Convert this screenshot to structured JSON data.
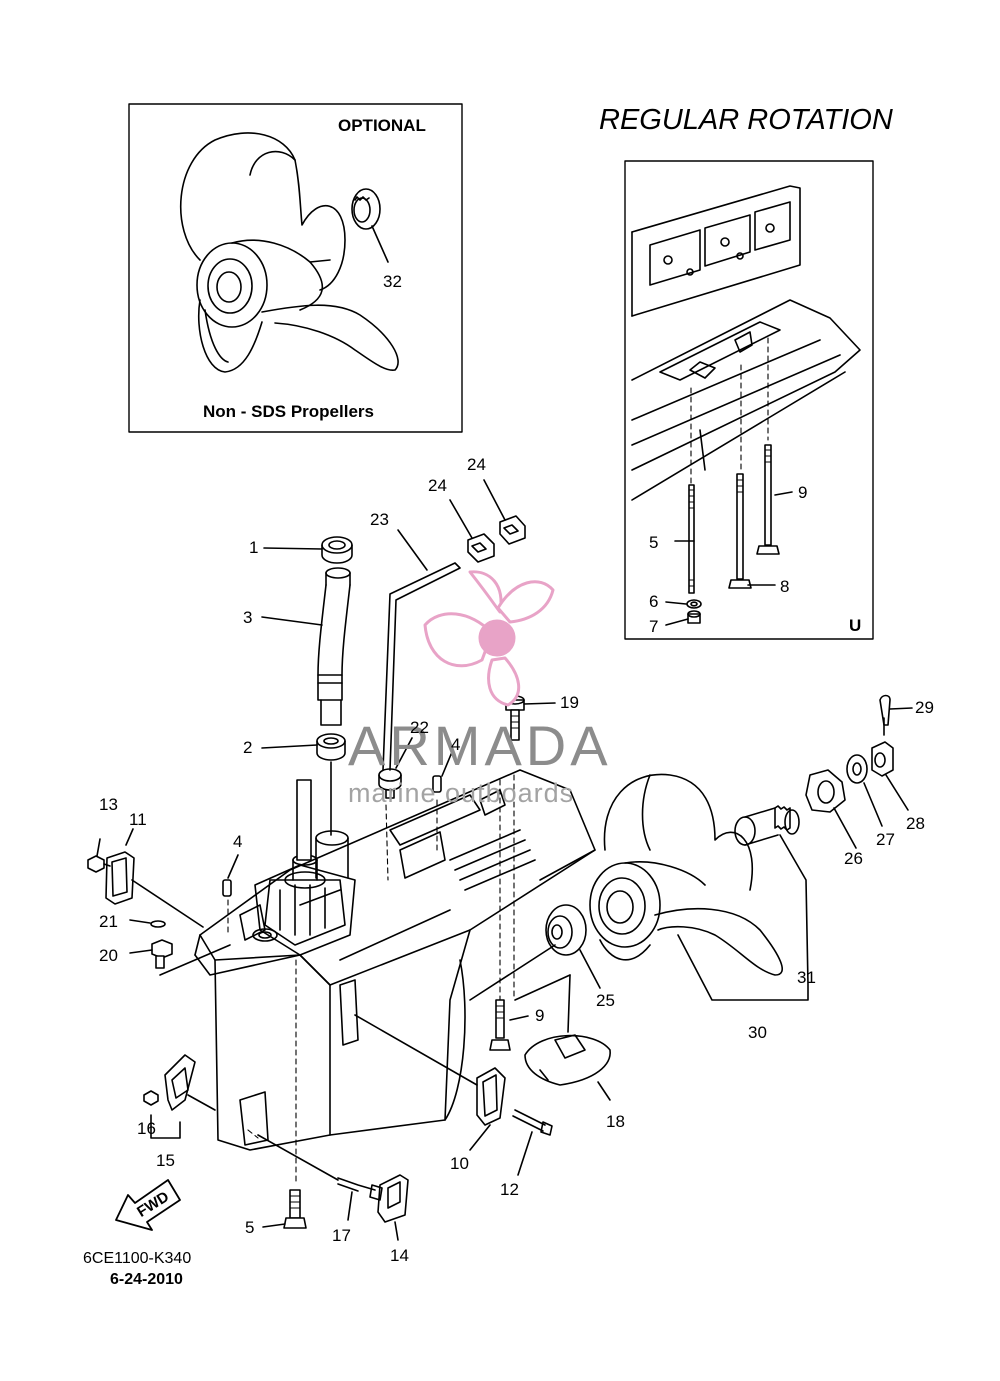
{
  "header": {
    "title": "REGULAR ROTATION"
  },
  "optional_box": {
    "heading": "OPTIONAL",
    "caption": "Non - SDS Propellers",
    "part": "32"
  },
  "regular_box": {
    "corner_mark": "U",
    "parts": [
      "5",
      "6",
      "7",
      "8",
      "9"
    ]
  },
  "watermark": {
    "brand": "ARMADA",
    "tagline": "marine outboards",
    "brand_color": "#e8a3c7"
  },
  "direction_badge": "FWD",
  "footer": {
    "code": "6CE1100-K340",
    "date": "6-24-2010"
  },
  "callouts": [
    "1",
    "2",
    "3",
    "4",
    "4",
    "5",
    "9",
    "10",
    "11",
    "12",
    "13",
    "14",
    "15",
    "16",
    "17",
    "18",
    "19",
    "20",
    "21",
    "22",
    "23",
    "24",
    "24",
    "25",
    "26",
    "27",
    "28",
    "29",
    "30",
    "31"
  ]
}
